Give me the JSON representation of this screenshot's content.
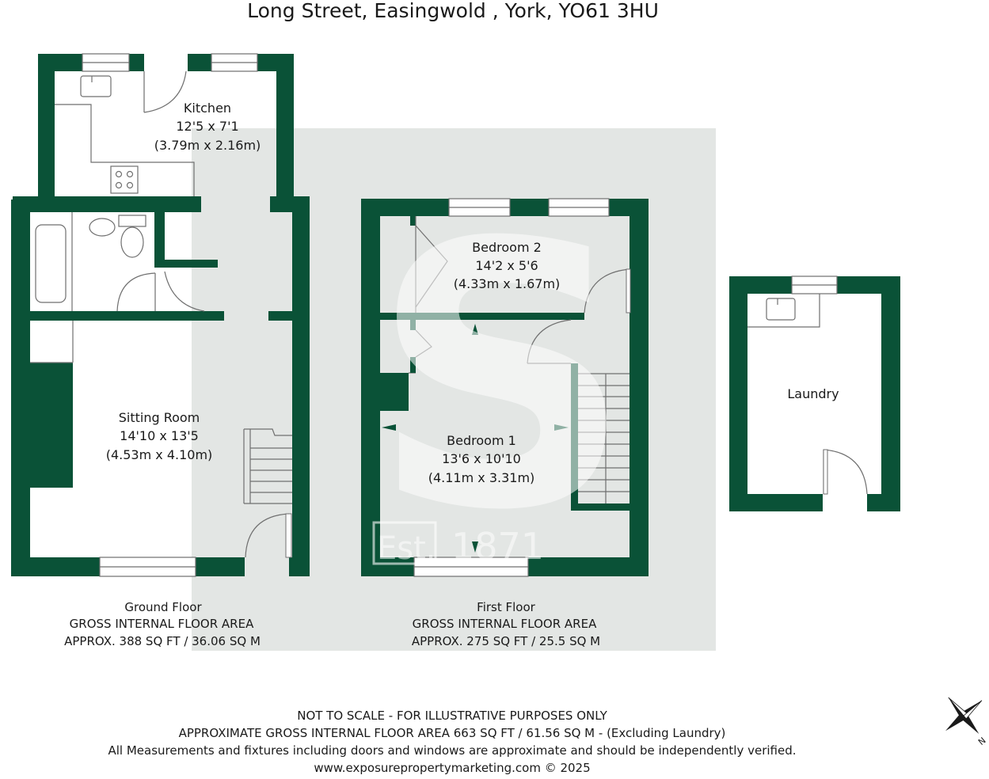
{
  "title": "Long Street, Easingwold , York, YO61 3HU",
  "colors": {
    "wall": "#0a5237",
    "shade": "#e3e6e4",
    "text": "#1a1a1a"
  },
  "rooms": {
    "kitchen": {
      "name": "Kitchen",
      "imperial": "12'5 x 7'1",
      "metric": "(3.79m x 2.16m)"
    },
    "sitting": {
      "name": "Sitting Room",
      "imperial": "14'10 x 13'5",
      "metric": "(4.53m x 4.10m)"
    },
    "bedroom2": {
      "name": "Bedroom 2",
      "imperial": "14'2 x 5'6",
      "metric": "(4.33m x 1.67m)"
    },
    "bedroom1": {
      "name": "Bedroom 1",
      "imperial": "13'6 x 10'10",
      "metric": "(4.11m x 3.31m)"
    },
    "laundry": {
      "name": "Laundry"
    }
  },
  "floors": {
    "ground": {
      "name": "Ground Floor",
      "label": "GROSS INTERNAL FLOOR AREA",
      "area": "APPROX. 388 SQ FT / 36.06 SQ M"
    },
    "first": {
      "name": "First Floor",
      "label": "GROSS INTERNAL FLOOR AREA",
      "area": "APPROX. 275 SQ FT / 25.5 SQ M"
    }
  },
  "watermark": {
    "est": "Est.",
    "year": "1871"
  },
  "compass": {
    "north": "N"
  },
  "footer": {
    "line1": "NOT TO SCALE - FOR ILLUSTRATIVE PURPOSES ONLY",
    "line2": "APPROXIMATE GROSS INTERNAL FLOOR AREA 663 SQ FT / 61.56 SQ M - (Excluding Laundry)",
    "line3": "All Measurements and fixtures including doors and windows are approximate and should be independently verified.",
    "line4": "www.exposurepropertymarketing.com © 2025"
  }
}
